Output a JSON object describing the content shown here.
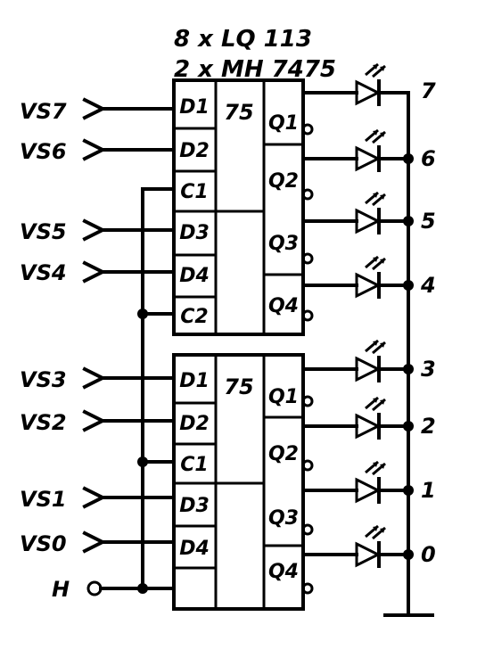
{
  "header": {
    "line1": "8 x LQ 113",
    "line2": "2 x MH 7475"
  },
  "chips": [
    {
      "name": "75",
      "left_pins": [
        "D1",
        "D2",
        "C1",
        "D3",
        "D4",
        "C2"
      ],
      "right_pins": [
        "Q1",
        "Q2",
        "Q3",
        "Q4"
      ],
      "inputs": [
        "VS7",
        "VS6",
        "VS5",
        "VS4"
      ]
    },
    {
      "name": "75",
      "left_pins": [
        "D1",
        "D2",
        "C1",
        "D3",
        "D4"
      ],
      "right_pins": [
        "Q1",
        "Q2",
        "Q3",
        "Q4"
      ],
      "inputs": [
        "VS3",
        "VS2",
        "VS1",
        "VS0"
      ]
    }
  ],
  "clock_label": "H",
  "output_numbers": [
    "7",
    "6",
    "5",
    "4",
    "3",
    "2",
    "1",
    "0"
  ],
  "colors": {
    "ink": "#000000",
    "paper": "#ffffff"
  }
}
